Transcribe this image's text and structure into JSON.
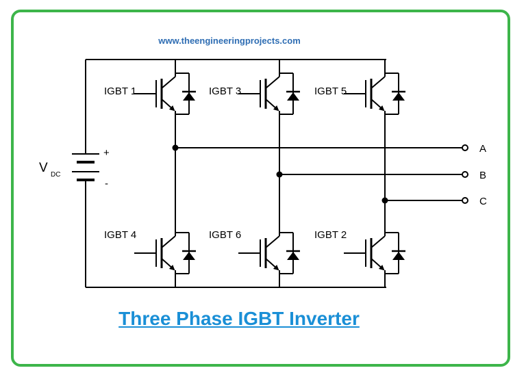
{
  "header": {
    "site_url": "www.theengineeringprojects.com"
  },
  "circuit": {
    "supply_label": "V",
    "supply_subscript": "DC",
    "plus": "+",
    "minus": "-",
    "switches": [
      "IGBT 1",
      "IGBT 3",
      "IGBT 5",
      "IGBT 4",
      "IGBT 6",
      "IGBT 2"
    ],
    "outputs": [
      "A",
      "B",
      "C"
    ]
  },
  "caption": {
    "title": "Three Phase IGBT Inverter"
  },
  "colors": {
    "frame": "#3db54a",
    "url": "#2e6db3",
    "title": "#1a8fd6",
    "ink": "#000000"
  }
}
